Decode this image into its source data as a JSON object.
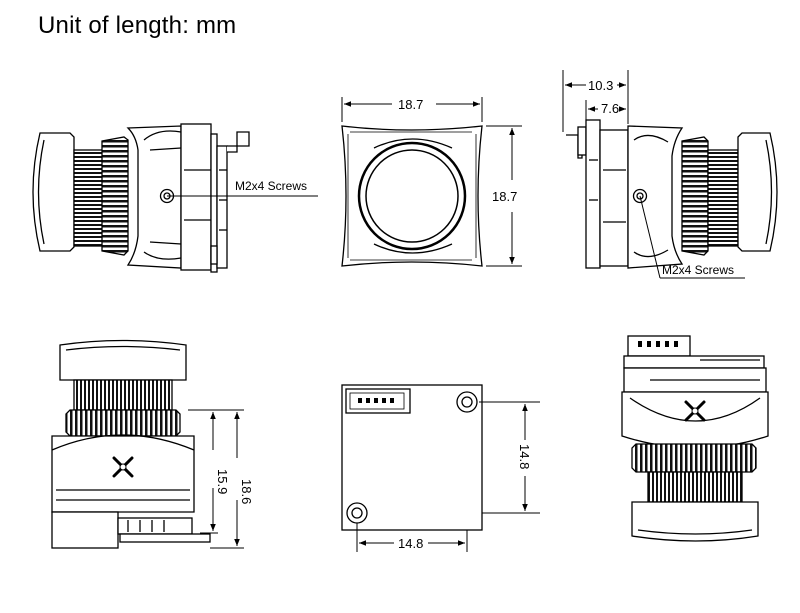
{
  "title": "Unit of length: mm",
  "views": {
    "left_side": {
      "screw_label": "M2x4 Screws"
    },
    "front": {
      "width": "18.7",
      "height": "18.7"
    },
    "right_side": {
      "overall_width": "10.3",
      "body_width": "7.6",
      "screw_label": "M2x4 Screws"
    },
    "bottom_left": {
      "height_inner": "15.9",
      "height_outer": "18.6"
    },
    "pcb": {
      "hole_spacing_vertical": "14.8",
      "hole_spacing_horizontal": "14.8"
    }
  }
}
